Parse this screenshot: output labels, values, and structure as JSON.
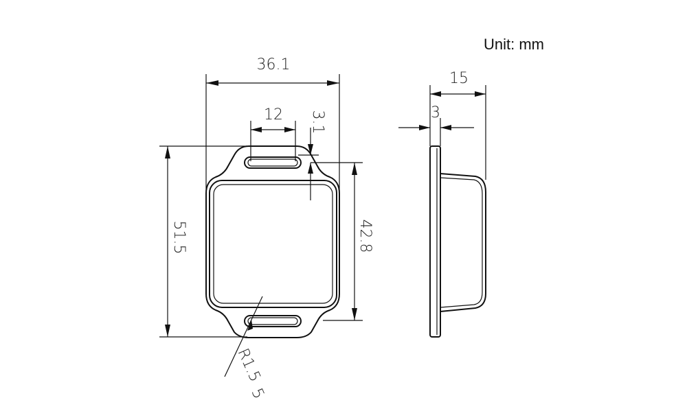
{
  "unit_label": "Unit: mm",
  "front_view": {
    "width": "36.1",
    "slot_length": "12",
    "slot_offset": "3.1",
    "height_total": "51.5",
    "height_body": "42.8",
    "radius": "R1.5",
    "radius_secondary": "5"
  },
  "side_view": {
    "depth_total": "15",
    "flange_thickness": "3"
  },
  "colors": {
    "line": "#111111",
    "text": "#222222",
    "background": "#ffffff"
  }
}
